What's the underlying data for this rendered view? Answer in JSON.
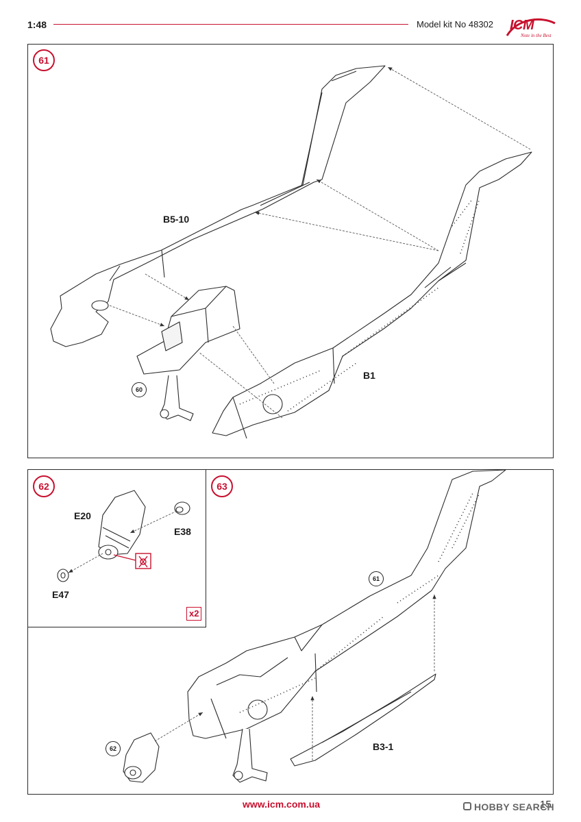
{
  "header": {
    "scale": "1:48",
    "kit_label": "Model kit No 48302",
    "logo_text": "ICM",
    "logo_tagline": "Note in the Best"
  },
  "steps": [
    {
      "number": "61",
      "parts": [
        "B5-10",
        "B1"
      ],
      "reference": "60"
    },
    {
      "number": "62",
      "parts": [
        "E20",
        "E38",
        "E47"
      ],
      "multiplier": "x2"
    },
    {
      "number": "63",
      "parts": [
        "B3-1"
      ],
      "references": [
        "61",
        "62"
      ]
    }
  ],
  "footer": {
    "url": "www.icm.com.ua",
    "page_number": "15",
    "watermark": "HOBBY SEARCH"
  },
  "colors": {
    "accent": "#c8102e",
    "line": "#2a2a2a"
  },
  "icons": [
    "glue-caution-icon",
    "icm-logo-icon"
  ]
}
